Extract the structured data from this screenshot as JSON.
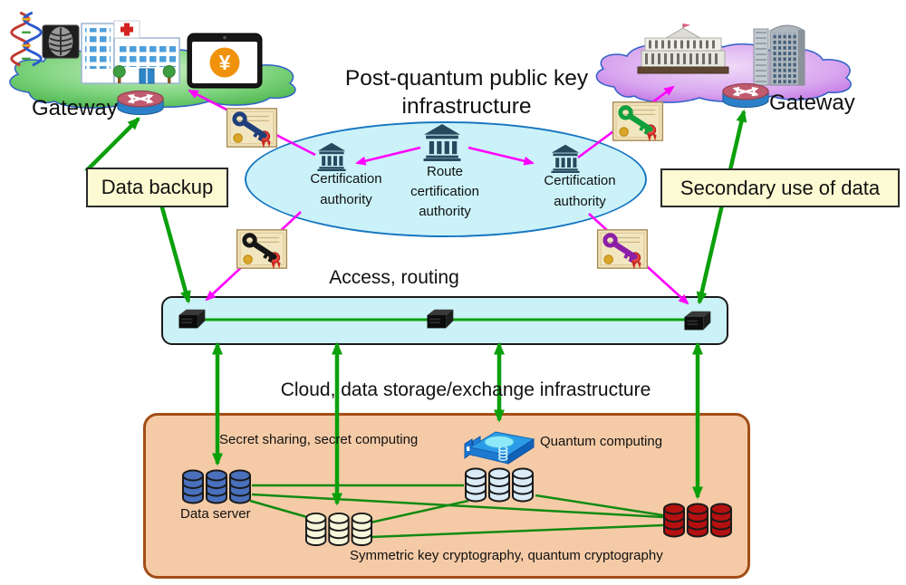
{
  "title": "Post-quantum public key infrastructure",
  "left_site": {
    "gateway": "Gateway",
    "yen_symbol": "¥"
  },
  "right_site": {
    "gateway": "Gateway"
  },
  "pki": {
    "left_ca": "Certification authority",
    "root_ca": "Route certification authority",
    "right_ca": "Certification authority"
  },
  "flows": {
    "data_backup": "Data backup",
    "secondary_use": "Secondary use of data"
  },
  "network": {
    "access_routing": "Access, routing"
  },
  "cloud_layer": {
    "heading": "Cloud, data storage/exchange infrastructure",
    "secret_sharing": "Secret sharing, secret computing",
    "quantum_computing": "Quantum computing",
    "data_server": "Data server",
    "symmetric_key": "Symmetric key cryptography, quantum cryptography"
  },
  "icons": [
    "dna-icon",
    "xray-icon",
    "hospital-icon",
    "tablet-payment-icon",
    "yen-icon",
    "gateway-router-icon",
    "bank-icon",
    "certificate-key-icon",
    "network-switch-icon",
    "database-cluster-icon",
    "quantum-computer-icon",
    "government-building-icon",
    "office-tower-icon"
  ],
  "colors": {
    "arrow_green": "#0BA00B",
    "mesh_green": "#128A12",
    "arrow_magenta": "#FF00FF",
    "pki_ellipse_fill": "#CBF2F9",
    "pki_ellipse_stroke": "#1876C0",
    "access_bar_fill": "#CBF2F6",
    "label_box_fill": "#FCFAD2",
    "bottom_box_fill": "#F5CBA7",
    "bottom_box_stroke": "#A34E17",
    "cloud_left_fill": "#7FD47F",
    "cloud_right_fill": "#CE8FEA",
    "db_blue": "#4A70BC",
    "db_cream": "#F8F6DA",
    "db_lightblue": "#D9EBF7",
    "db_red": "#B41010",
    "bank": "#27495E",
    "key_blue": "#1E3F7A",
    "key_green": "#0FA03C",
    "key_black": "#161616",
    "key_purple": "#8B1FA8"
  }
}
